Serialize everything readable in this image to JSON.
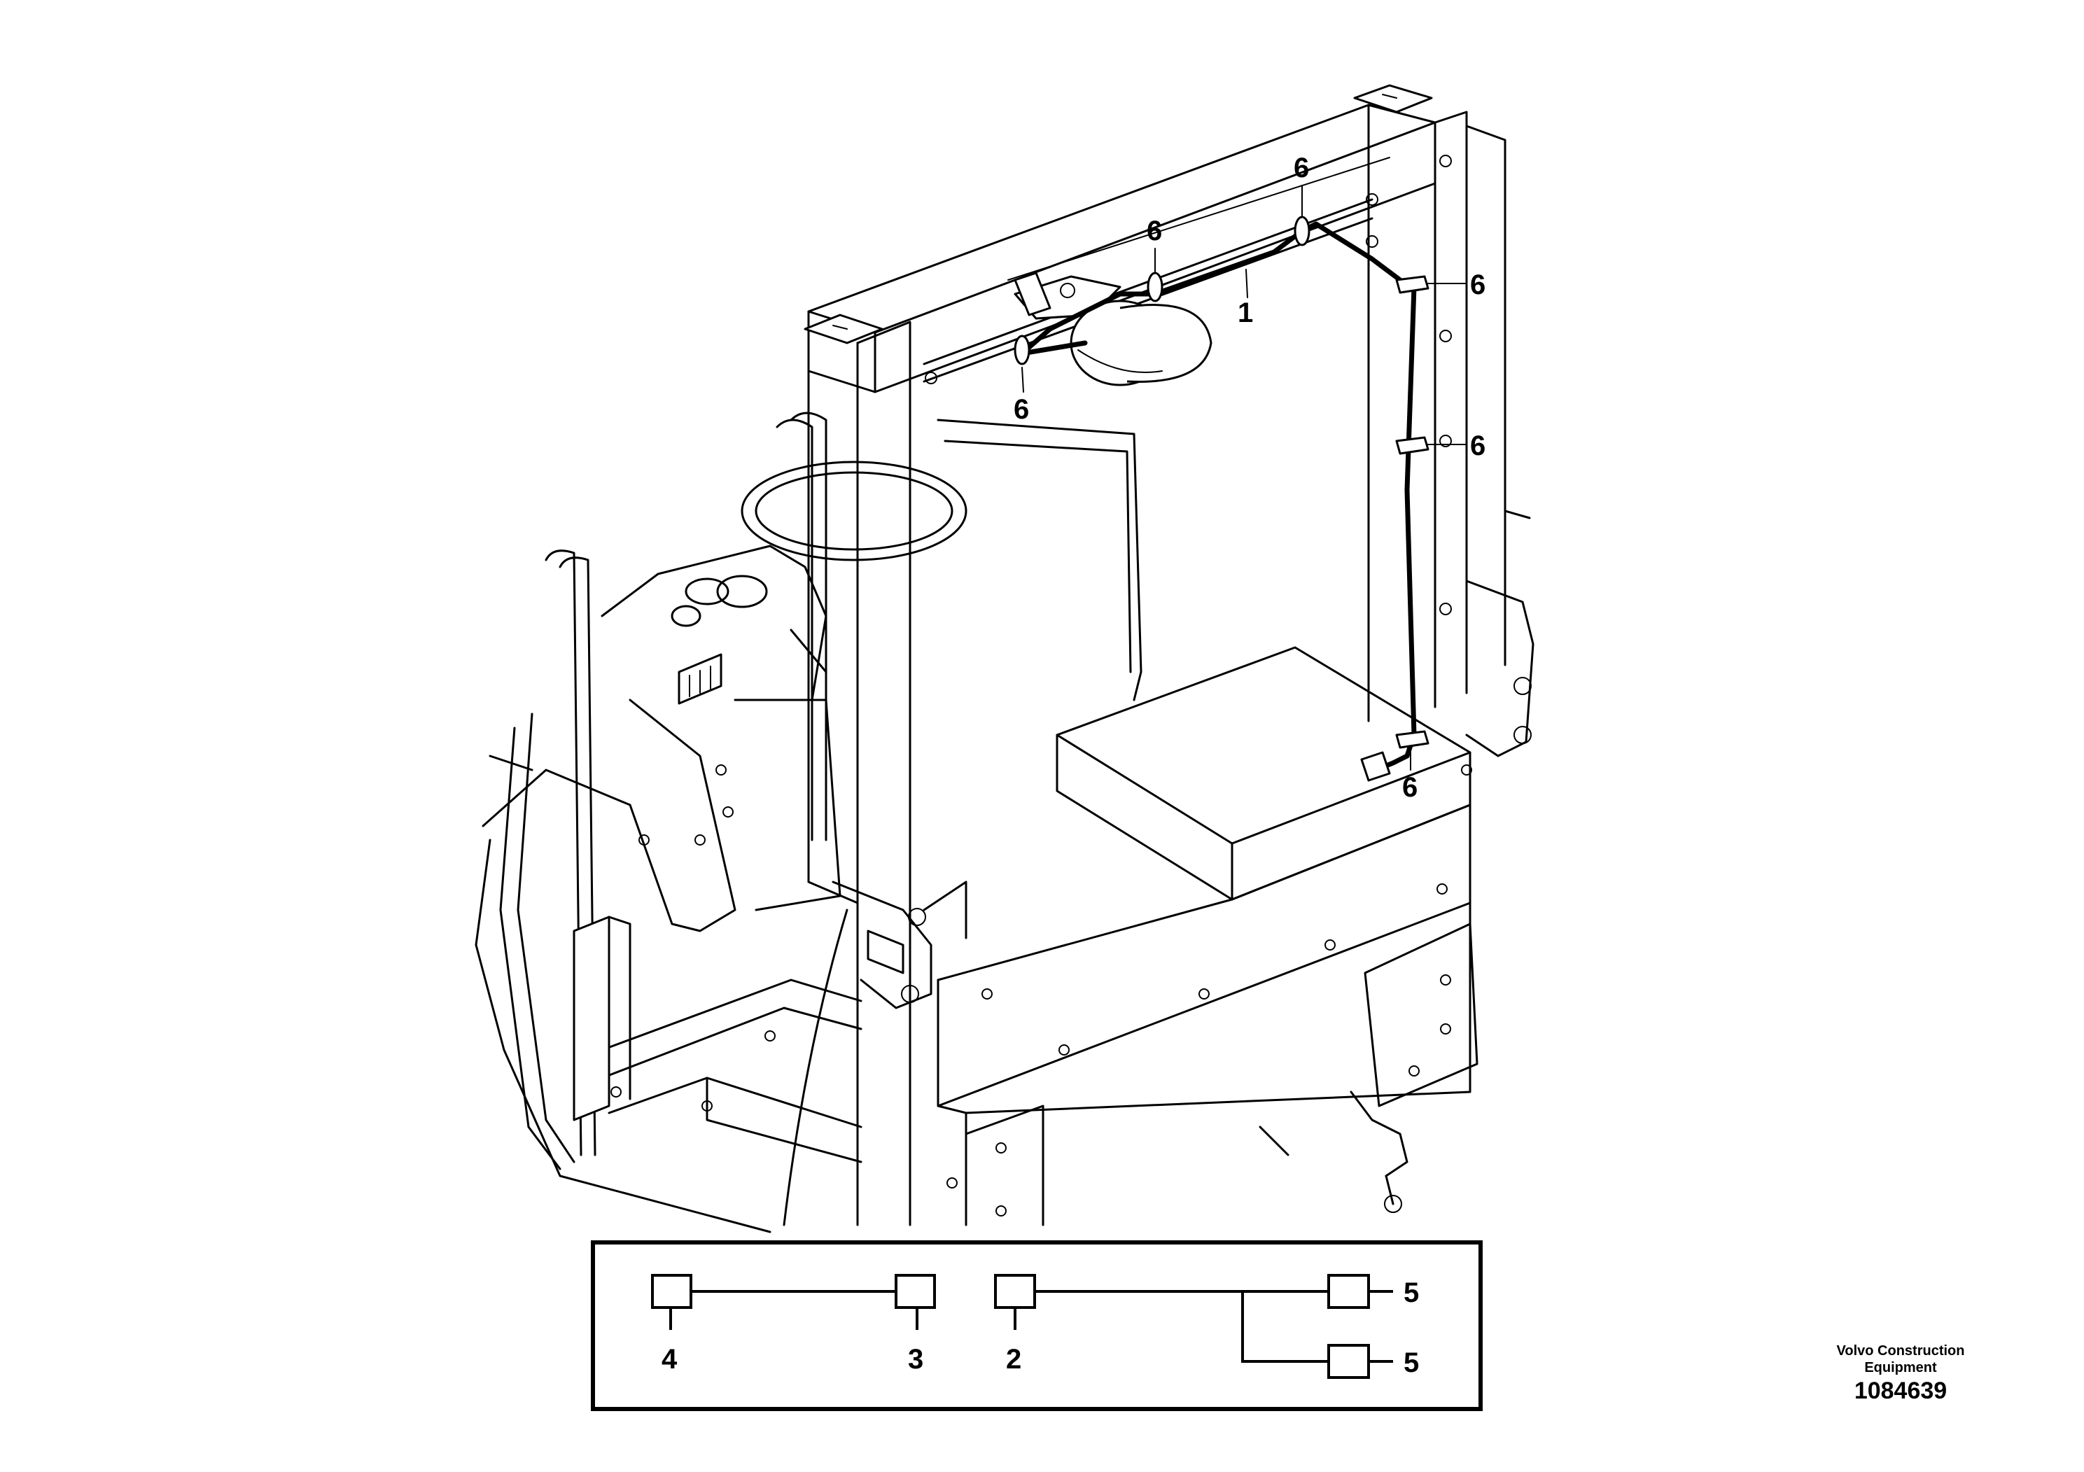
{
  "callouts": {
    "c1": "1",
    "c6a": "6",
    "c6b": "6",
    "c6c": "6",
    "c6d": "6",
    "c6e": "6",
    "c6f": "6"
  },
  "legend": {
    "n4": "4",
    "n3": "3",
    "n2": "2",
    "n5a": "5",
    "n5b": "5"
  },
  "footer": {
    "company_line1": "Volvo Construction",
    "company_line2": "Equipment",
    "part_number": "1084639"
  }
}
